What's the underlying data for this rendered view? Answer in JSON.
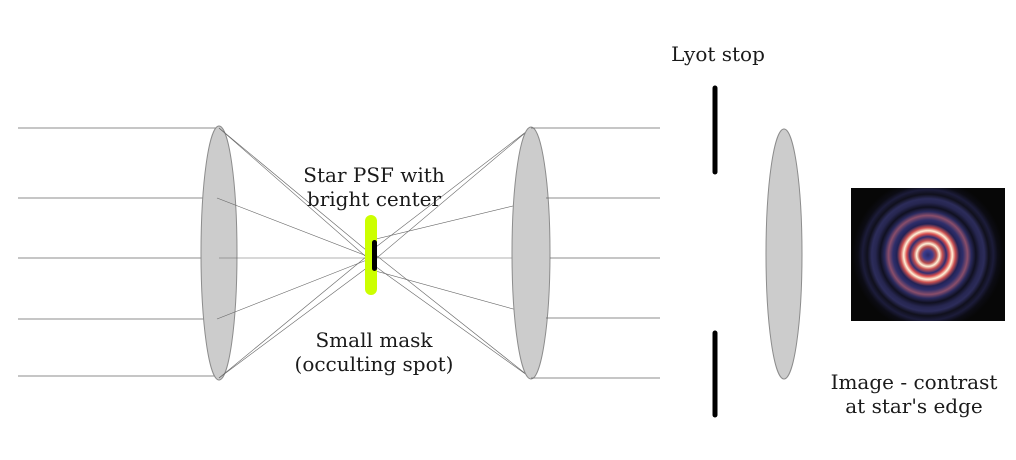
{
  "labels": {
    "lyot_stop": "Lyot stop",
    "psf_line1": "Star PSF with",
    "psf_line2": "bright center",
    "mask_line1": "Small mask",
    "mask_line2": "(occulting spot)",
    "image_line1": "Image - contrast",
    "image_line2": "at star's edge"
  },
  "colors": {
    "lens_fill": "#cccccc",
    "lens_stroke": "#8c8c8c",
    "ray": "#666666",
    "psf_highlight": "#ccff00",
    "mask": "#000000",
    "stop": "#000000",
    "image_background": "#070707",
    "image_ring_bright": "#fff2d8",
    "image_ring_mid": "#d94c4c",
    "image_ring_dark": "#3c3c8c"
  }
}
